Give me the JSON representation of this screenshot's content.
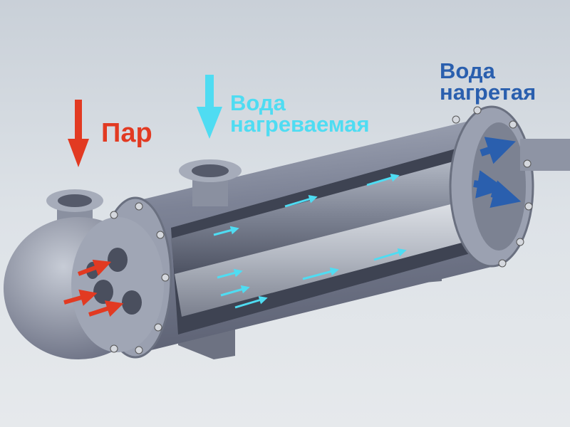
{
  "labels": {
    "steam": "Пар",
    "water_cold_line1": "Вода",
    "water_cold_line2": "нагреваемая",
    "water_hot_line1": "Вода",
    "water_hot_line2": "нагретая"
  },
  "colors": {
    "steam": "#e23a22",
    "water_cold": "#4fdcf2",
    "water_hot": "#2a5fae",
    "metal": "#8f95a8",
    "background": "#d3d9df"
  }
}
